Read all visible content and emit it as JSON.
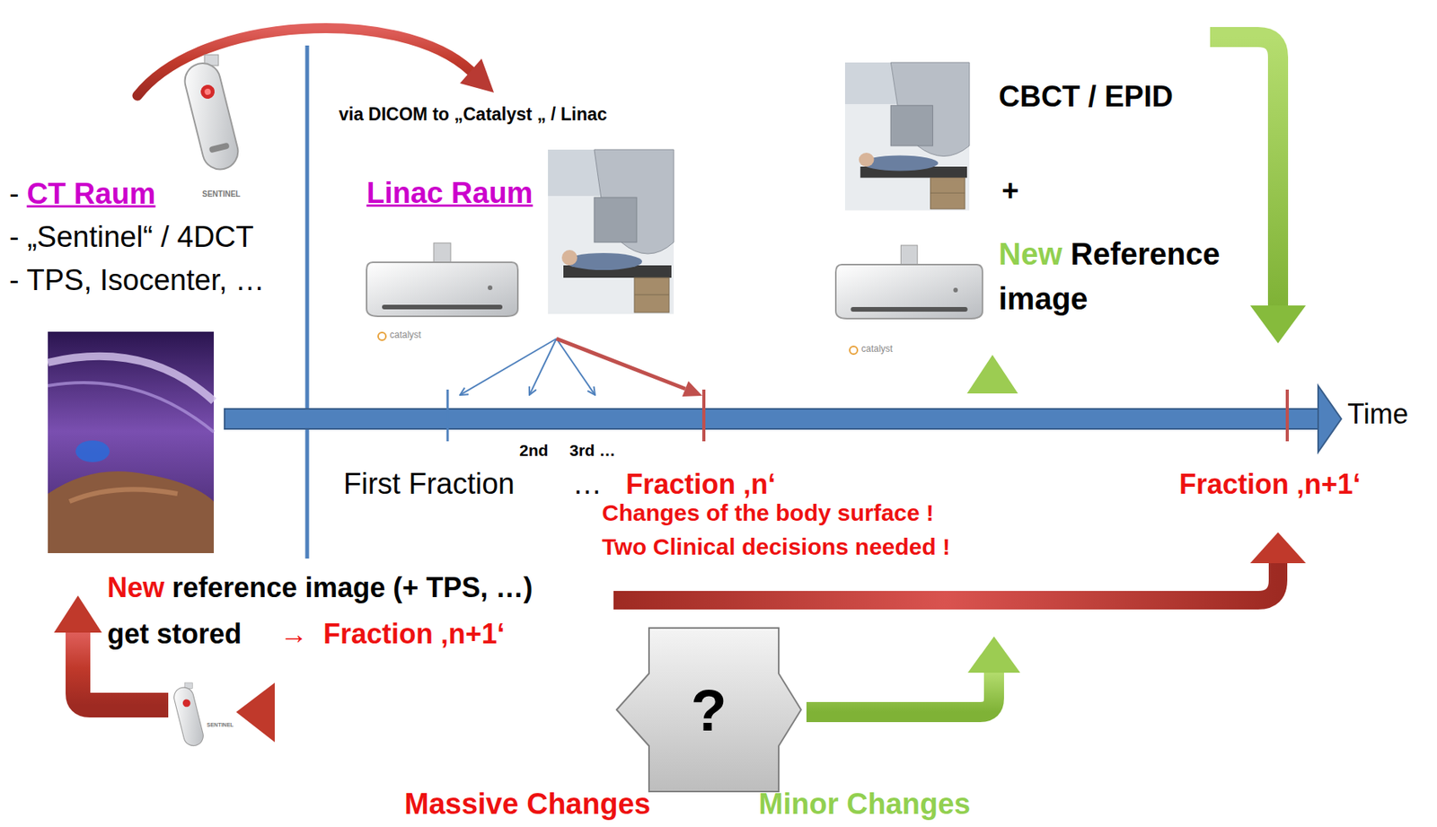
{
  "diagram": {
    "nodes": [
      {
        "text": [
          "?"
        ]
      }
    ],
    "labels": [
      "-",
      "CT Raum",
      "SENTINEL",
      "- „Sentinel“ / 4DCT",
      "- TPS, Isocenter, …",
      "via DICOM to „Catalyst „ / Linac",
      "Linac Raum",
      "catalyst",
      "CBCT / EPID",
      "+",
      "New",
      "Reference image",
      "catalyst",
      "Time",
      "2nd",
      "3rd …",
      "First Fraction",
      "…",
      "Fraction ‚n‘",
      "Changes of the body surface !",
      "Two Clinical decisions needed !",
      "Fraction ‚n+1‘",
      "New",
      "reference image (+ TPS, …)",
      "get stored",
      "→",
      "Fraction ‚n+1‘",
      "SENTINEL",
      "Massive Changes",
      "Minor Changes"
    ]
  }
}
